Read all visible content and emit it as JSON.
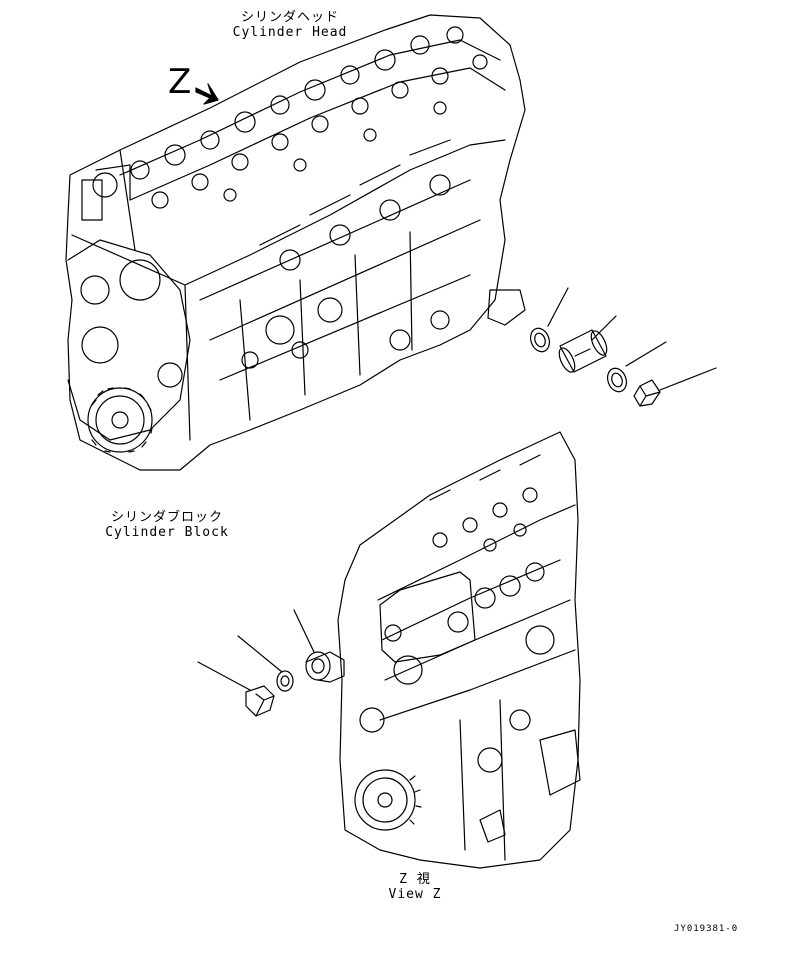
{
  "labels": {
    "cylinder_head_ja": "シリンダヘッド",
    "cylinder_head_en": "Cylinder Head",
    "cylinder_block_ja": "シリンダブロック",
    "cylinder_block_en": "Cylinder Block",
    "view_ja": "Z 視",
    "view_en": "View Z",
    "view_marker": "Z",
    "document_id": "JY019381-0"
  }
}
